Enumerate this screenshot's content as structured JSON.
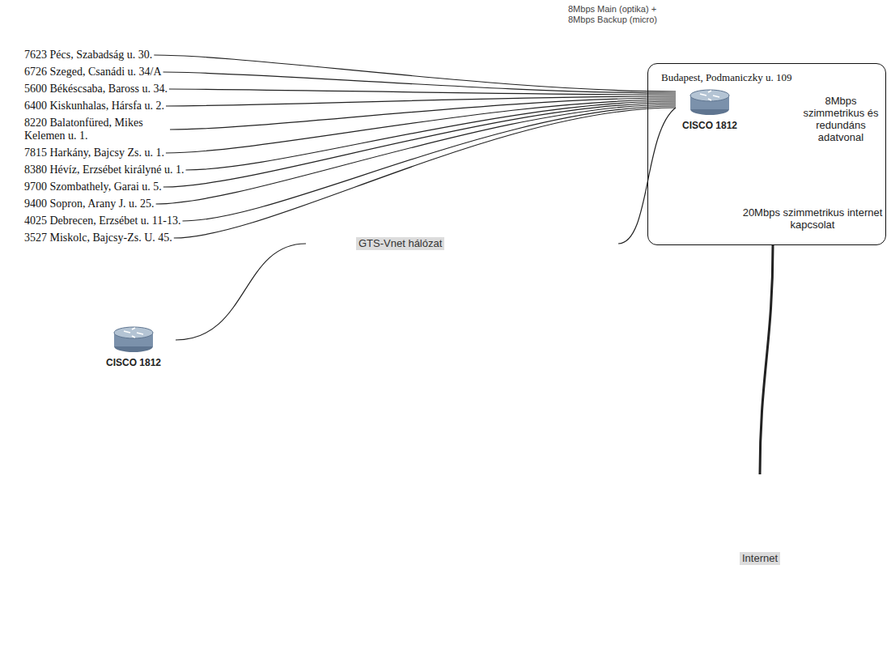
{
  "diagram": {
    "nodes": [
      {
        "text": [
          "7623 Pécs, Szabadság u. 30."
        ]
      },
      {
        "text": [
          "6726 Szeged, Csanádi u. 34/A"
        ]
      },
      {
        "text": [
          "5600 Békéscsaba, Baross u. 34."
        ]
      },
      {
        "text": [
          "6400 Kiskunhalas, Hársfa u. 2."
        ]
      },
      {
        "text": [
          "8220 Balatonfüred, Mikes Kelemen u. 1."
        ]
      },
      {
        "text": [
          "7815 Harkány, Bajcsy Zs. u. 1."
        ]
      },
      {
        "text": [
          "8380 Hévíz, Erzsébet királyné u. 1."
        ]
      },
      {
        "text": [
          "9700 Szombathely, Garai u. 5."
        ]
      },
      {
        "text": [
          "9400 Sopron, Arany J. u. 25."
        ]
      },
      {
        "text": [
          "4025 Debrecen, Erzsébet u. 11-13."
        ]
      },
      {
        "text": [
          "3527 Miskolc, Bajcsy-Zs. U. 45."
        ]
      },
      {
        "text": [
          "CISCO 1812"
        ]
      },
      {
        "text": [
          "GTS-Vnet hálózat"
        ]
      },
      {
        "text": [
          "Budapest, Podmaniczky u. 109",
          "8Mbps szimmetrikus és redundáns adatvonal",
          "20Mbps szimmetrikus internet kapcsolat"
        ]
      },
      {
        "text": [
          "CISCO 1812"
        ],
        "in": 13
      },
      {
        "text": [
          "Internet"
        ]
      }
    ],
    "edges": [
      {
        "from": 0,
        "to": 14,
        "arrow": "none"
      },
      {
        "from": 1,
        "to": 14,
        "arrow": "none"
      },
      {
        "from": 2,
        "to": 14,
        "arrow": "none"
      },
      {
        "from": 3,
        "to": 14,
        "arrow": "none"
      },
      {
        "from": 4,
        "to": 14,
        "arrow": "none"
      },
      {
        "from": 5,
        "to": 14,
        "arrow": "none"
      },
      {
        "from": 6,
        "to": 14,
        "arrow": "none"
      },
      {
        "from": 7,
        "to": 14,
        "arrow": "none"
      },
      {
        "from": 8,
        "to": 14,
        "arrow": "none"
      },
      {
        "from": 9,
        "to": 14,
        "arrow": "none"
      },
      {
        "from": 10,
        "to": 14,
        "arrow": "none"
      },
      {
        "from": 11,
        "to": 12,
        "arrow": "none"
      },
      {
        "from": 12,
        "to": 14,
        "arrow": "none"
      },
      {
        "from": 13,
        "to": 15,
        "arrow": "none"
      }
    ],
    "labels": [
      "8Mbps Main (optika) + 8Mbps Backup (micro)"
    ]
  }
}
